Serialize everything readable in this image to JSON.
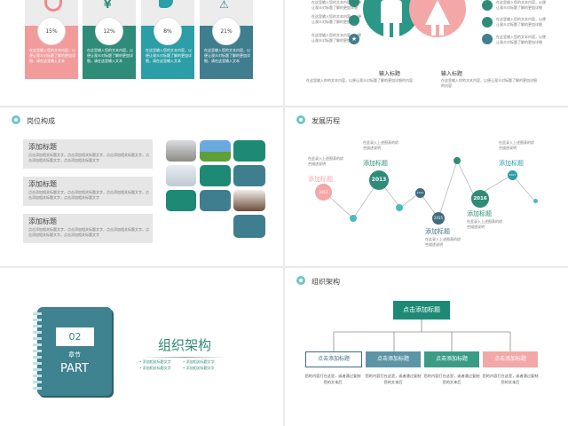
{
  "colors": {
    "teal": "#1e8a75",
    "blue": "#3f7e8f",
    "pink": "#f6a9a8",
    "green": "#3a9c87",
    "cyan": "#5bbcc5"
  },
  "slide1": {
    "cards": [
      {
        "percent": "15%",
        "text": "在这里输入您的文本内容，以便让观众对标题了解的更加详细，请在这里输入文本",
        "icon": "ring-icon"
      },
      {
        "percent": "12%",
        "text": "在这里输入您的文本内容，以便让观众对标题了解的更加详细，请在这里输入文本",
        "icon": "yen-icon"
      },
      {
        "percent": "8%",
        "text": "在这里输入您的文本内容，以便让观众对标题了解的更加详细，请在这里输入文本",
        "icon": "hand-icon"
      },
      {
        "percent": "21%",
        "text": "在这里输入您的文本内容，以便让观众对标题了解的更加详细，请在这里输入文本",
        "icon": "warning-icon"
      }
    ]
  },
  "slide2": {
    "male_label": "输入标题",
    "female_label": "输入标题",
    "male_text": "在这里输入你的文本内容，以便让观众对标题了解的更加详细的内容",
    "female_text": "在这里输入你的文本内容，以便让观众对标题了解的更加详细的内容",
    "side_text": "在这里输入您的文本内容，以便让观众对标题了解的更加详细"
  },
  "slide3": {
    "title": "岗位构成",
    "items": [
      {
        "heading": "添加标题",
        "text": "点击添加相关标题文字，点击添加相关标题文字，点击添加相关标题文字，点击添加相关标题文字，点击添加相关标题文字"
      },
      {
        "heading": "添加标题",
        "text": "点击添加相关标题文字，点击添加相关标题文字，点击添加相关标题文字，点击添加相关标题文字，点击添加相关标题文字"
      },
      {
        "heading": "添加标题",
        "text": "点击添加相关标题文字，点击添加相关标题文字，点击添加相关标题文字，点击添加相关标题文字，点击添加相关标题文字"
      }
    ]
  },
  "slide4": {
    "title": "发展历程",
    "milestones": [
      {
        "year": "2013",
        "label": "添加标题",
        "text": "在此录入上述图表的综合描述说明"
      },
      {
        "year": "2013",
        "label": "添加标题",
        "text": "在此录入上述图表的综合描述说明"
      },
      {
        "year": "2014",
        "label": "",
        "text": ""
      },
      {
        "year": "2015",
        "label": "添加标题",
        "text": "在此录入上述图表的综合描述说明"
      },
      {
        "year": "2016",
        "label": "添加标题",
        "text": "在此录入上述图表的综合描述说明"
      },
      {
        "year": "2017",
        "label": "添加标题",
        "text": "在此录入上述图表的综合描述说明"
      }
    ]
  },
  "slide5": {
    "number": "02",
    "chapter": "章节",
    "part": "PART",
    "title": "组织架构",
    "bullets": [
      "添加相关标题文字",
      "添加相关标题文字",
      "添加相关标题文字",
      "添加相关标题文字"
    ]
  },
  "slide6": {
    "title": "组织架构",
    "top_box": "点击添加标题",
    "boxes": [
      "点击添加标题",
      "点击添加标题",
      "点击添加标题",
      "点击添加标题"
    ],
    "desc": "您的内容打在这里，或者通过复制您的文本后"
  }
}
